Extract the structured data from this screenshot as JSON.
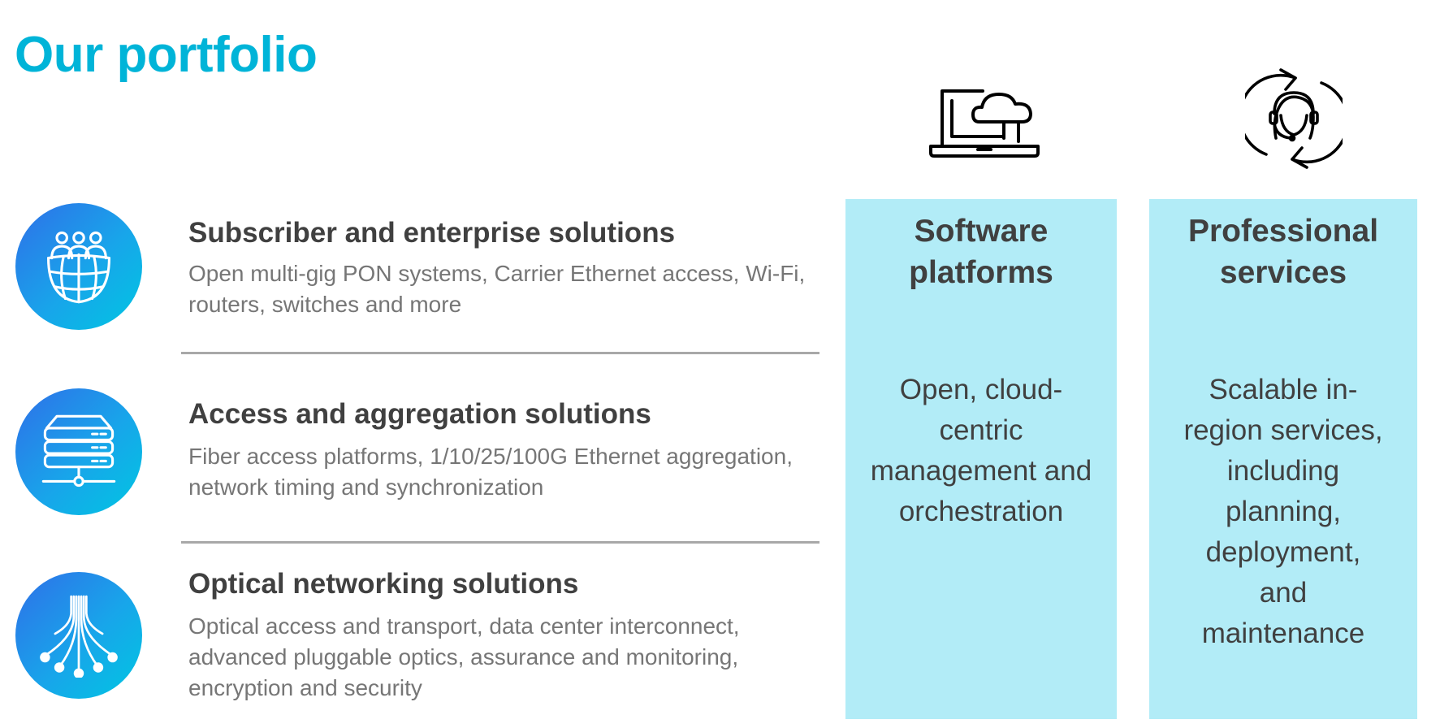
{
  "page": {
    "title": "Our portfolio"
  },
  "solutions": [
    {
      "title": "Subscriber and enterprise solutions",
      "description": "Open multi-gig PON systems, Carrier Ethernet access, Wi-Fi, routers, switches and more",
      "icon": "people-globe-icon"
    },
    {
      "title": "Access and aggregation solutions",
      "description": "Fiber access platforms, 1/10/25/100G Ethernet aggregation, network timing and synchronization",
      "icon": "server-stack-icon"
    },
    {
      "title": "Optical networking solutions",
      "description": "Optical access and transport, data center interconnect, advanced pluggable optics, assurance and monitoring, encryption and security",
      "icon": "fiber-optic-icon"
    }
  ],
  "panels": [
    {
      "title": "Software platforms",
      "description": "Open, cloud-centric management and orchestration",
      "icon": "laptop-cloud-icon"
    },
    {
      "title": "Professional services",
      "description": "Scalable in-region services, including planning, deployment, and maintenance",
      "icon": "headset-agent-cycle-icon"
    }
  ],
  "colors": {
    "title": "#00b4d8",
    "panel_background": "#b2ecf7",
    "icon_gradient_start": "#2f6fe8",
    "icon_gradient_end": "#00c6e2",
    "heading_text": "#404040",
    "body_text": "#767676",
    "divider": "#a8a8a8"
  }
}
